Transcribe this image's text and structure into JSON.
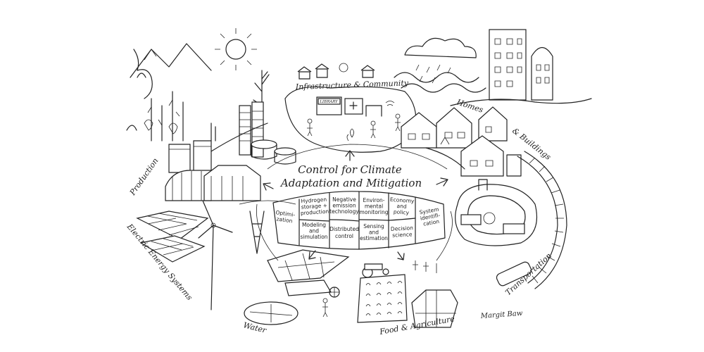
{
  "title": {
    "line1": "Control for Climate",
    "line2": "Adaptation and Mitigation"
  },
  "sectors": {
    "production": "Production",
    "infrastructure": "Infrastructure & Community",
    "homes": "Homes",
    "buildings": "& Buildings",
    "transportation": "Transportation",
    "food": "Food & Agriculture",
    "water": "Water",
    "energy": "Electric Energy Systems"
  },
  "library_sign": "LIBRARY",
  "panels": {
    "optimization": [
      "Optimi-",
      "zation"
    ],
    "hydrogen": [
      "Hydrogen",
      "storage +",
      "production"
    ],
    "modeling": [
      "Modeling",
      "and",
      "simulation"
    ],
    "negative": [
      "Negative",
      "emission",
      "technology"
    ],
    "distributed": [
      "Distributed",
      "control"
    ],
    "environmental": [
      "Environ-",
      "mental",
      "monitoring"
    ],
    "sensing": [
      "Sensing",
      "and",
      "estimation"
    ],
    "economy": [
      "Economy",
      "and",
      "policy"
    ],
    "decision": [
      "Decision",
      "science"
    ],
    "sysid": [
      "System",
      "identifi-",
      "cation"
    ]
  },
  "signature": "Margit Baw",
  "icons": [
    "sun-icon",
    "cloud-icon",
    "arrow-up-icon",
    "arrow-left-icon",
    "arrow-right-icon",
    "arrow-down-icon"
  ]
}
